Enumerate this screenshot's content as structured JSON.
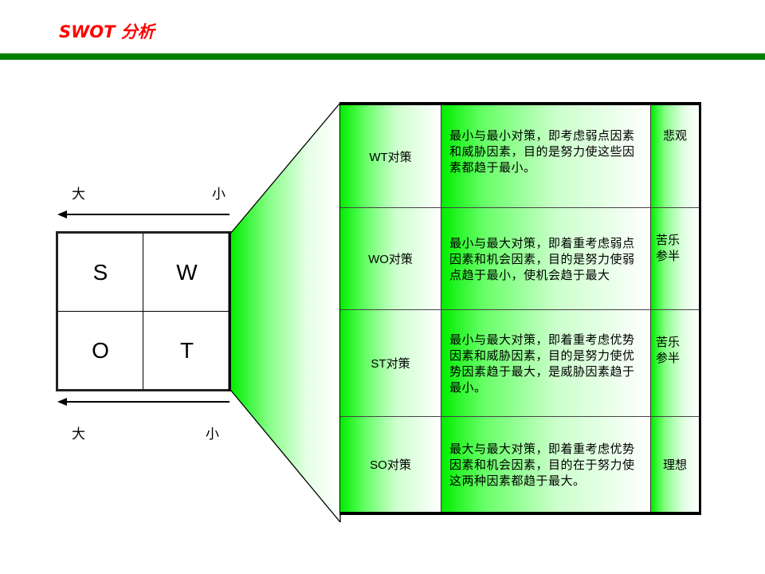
{
  "header": {
    "title": "SWOT 分析",
    "rule_color": "#008000",
    "title_color": "#ff0000"
  },
  "axis": {
    "top": {
      "left_label": "大",
      "right_label": "小"
    },
    "bottom": {
      "left_label": "大",
      "right_label": "小"
    }
  },
  "swot_grid": {
    "cells": [
      {
        "letter": "S"
      },
      {
        "letter": "W"
      },
      {
        "letter": "O"
      },
      {
        "letter": "T"
      }
    ]
  },
  "strategies": [
    {
      "name": "WT对策",
      "description": "最小与最小对策，即考虑弱点因素和威胁因素，目的是努力使这些因素都趋于最小。",
      "outlook": "悲观"
    },
    {
      "name": "WO对策",
      "description": "最小与最大对策，即着重考虑弱点因素和机会因素，目的是努力使弱点趋于最小，使机会趋于最大",
      "outlook": "苦乐参半"
    },
    {
      "name": "ST对策",
      "description": "最小与最大对策，即着重考虑优势因素和威胁因素，目的是努力使优势因素趋于最大，是威胁因素趋于最小。",
      "outlook": "苦乐参半"
    },
    {
      "name": "SO对策",
      "description": "最大与最大对策，即着重考虑优势因素和机会因素，目的在于努力使这两种因素都趋于最大。",
      "outlook": "理想"
    }
  ],
  "colors": {
    "gradient_green": "#00ee00",
    "border": "#000000"
  }
}
